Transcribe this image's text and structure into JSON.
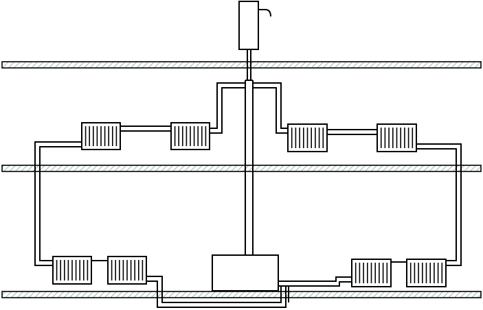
{
  "diagram": {
    "kind": "two-pipe heating system schematic",
    "colors": {
      "line": "#000000",
      "background": "#ffffff",
      "floor_hatch": "#9fb7ad"
    },
    "components": [
      {
        "name": "expansion-tank",
        "icon": "expansion-tank-icon"
      },
      {
        "name": "boiler",
        "icon": "boiler-icon"
      },
      {
        "name": "radiator",
        "count": 8,
        "icon": "radiator-icon"
      },
      {
        "name": "floor-slab",
        "count": 3
      },
      {
        "name": "riser-pipe",
        "count": 1
      }
    ]
  }
}
